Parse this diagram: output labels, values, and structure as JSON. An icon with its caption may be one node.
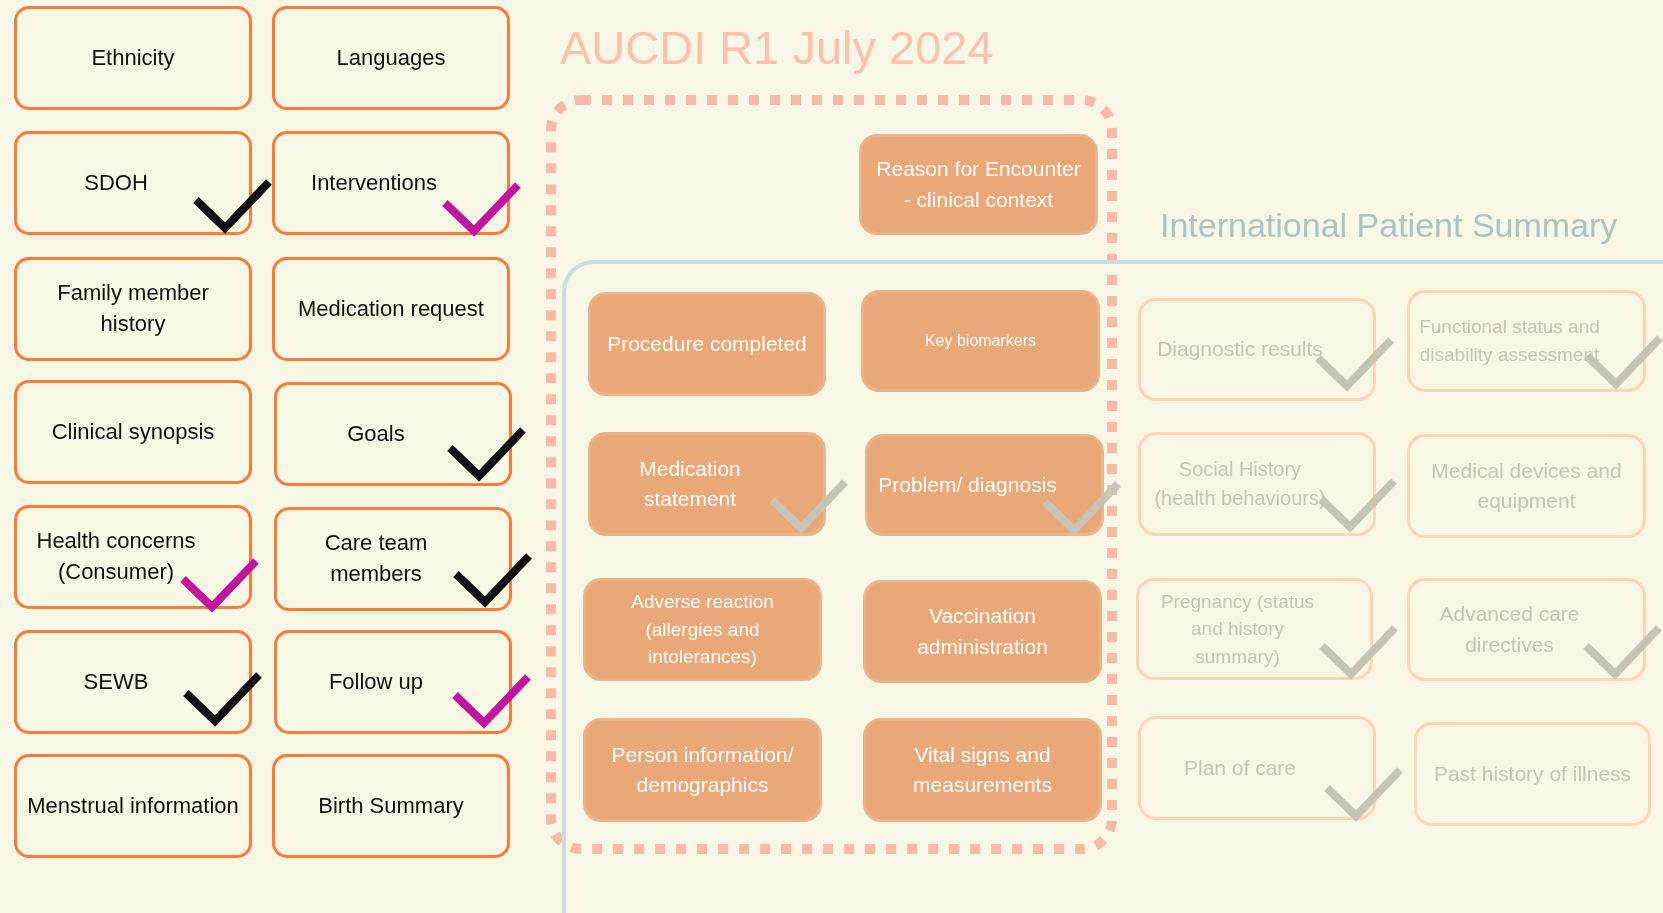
{
  "diagram": {
    "nodes": [
      {
        "text": [
          "Ethnicity"
        ]
      },
      {
        "text": [
          "Languages"
        ]
      },
      {
        "text": [
          "SDOH"
        ]
      },
      {
        "text": [
          "Interventions"
        ]
      },
      {
        "text": [
          "Family member history"
        ]
      },
      {
        "text": [
          "Medication request"
        ]
      },
      {
        "text": [
          "Clinical synopsis"
        ]
      },
      {
        "text": [
          "Goals"
        ]
      },
      {
        "text": [
          "Health concerns (Consumer)"
        ]
      },
      {
        "text": [
          "Care team members"
        ]
      },
      {
        "text": [
          "SEWB"
        ]
      },
      {
        "text": [
          "Follow up"
        ]
      },
      {
        "text": [
          "Menstrual information"
        ]
      },
      {
        "text": [
          "Birth Summary"
        ]
      },
      {
        "text": [
          "AUCDI R1 July 2024"
        ]
      },
      {
        "text": [
          "Reason for Encounter - clinical context"
        ],
        "in": 14
      },
      {
        "text": [
          "International Patient Summary"
        ]
      },
      {
        "text": [
          "Procedure completed"
        ]
      },
      {
        "text": [
          "Key biomarkers"
        ]
      },
      {
        "text": [
          "Diagnostic results"
        ],
        "in": 16
      },
      {
        "text": [
          "Functional status and disability assessment"
        ],
        "in": 16
      },
      {
        "text": [
          "Medication statement"
        ]
      },
      {
        "text": [
          "Problem/ diagnosis"
        ]
      },
      {
        "text": [
          "Social History (health behaviours)"
        ],
        "in": 16
      },
      {
        "text": [
          "Medical devices and equipment"
        ],
        "in": 16
      },
      {
        "text": [
          "Adverse reaction (allergies and intolerances)"
        ]
      },
      {
        "text": [
          "Vaccination administration"
        ]
      },
      {
        "text": [
          "Pregnancy (status and history summary)"
        ],
        "in": 16
      },
      {
        "text": [
          "Advanced care directives"
        ],
        "in": 16
      },
      {
        "text": [
          "Person information/ demographics"
        ]
      },
      {
        "text": [
          "Vital signs and measurements"
        ]
      },
      {
        "text": [
          "Plan of care"
        ],
        "in": 16
      },
      {
        "text": [
          "Past history of illness"
        ],
        "in": 16
      }
    ],
    "edges": []
  }
}
